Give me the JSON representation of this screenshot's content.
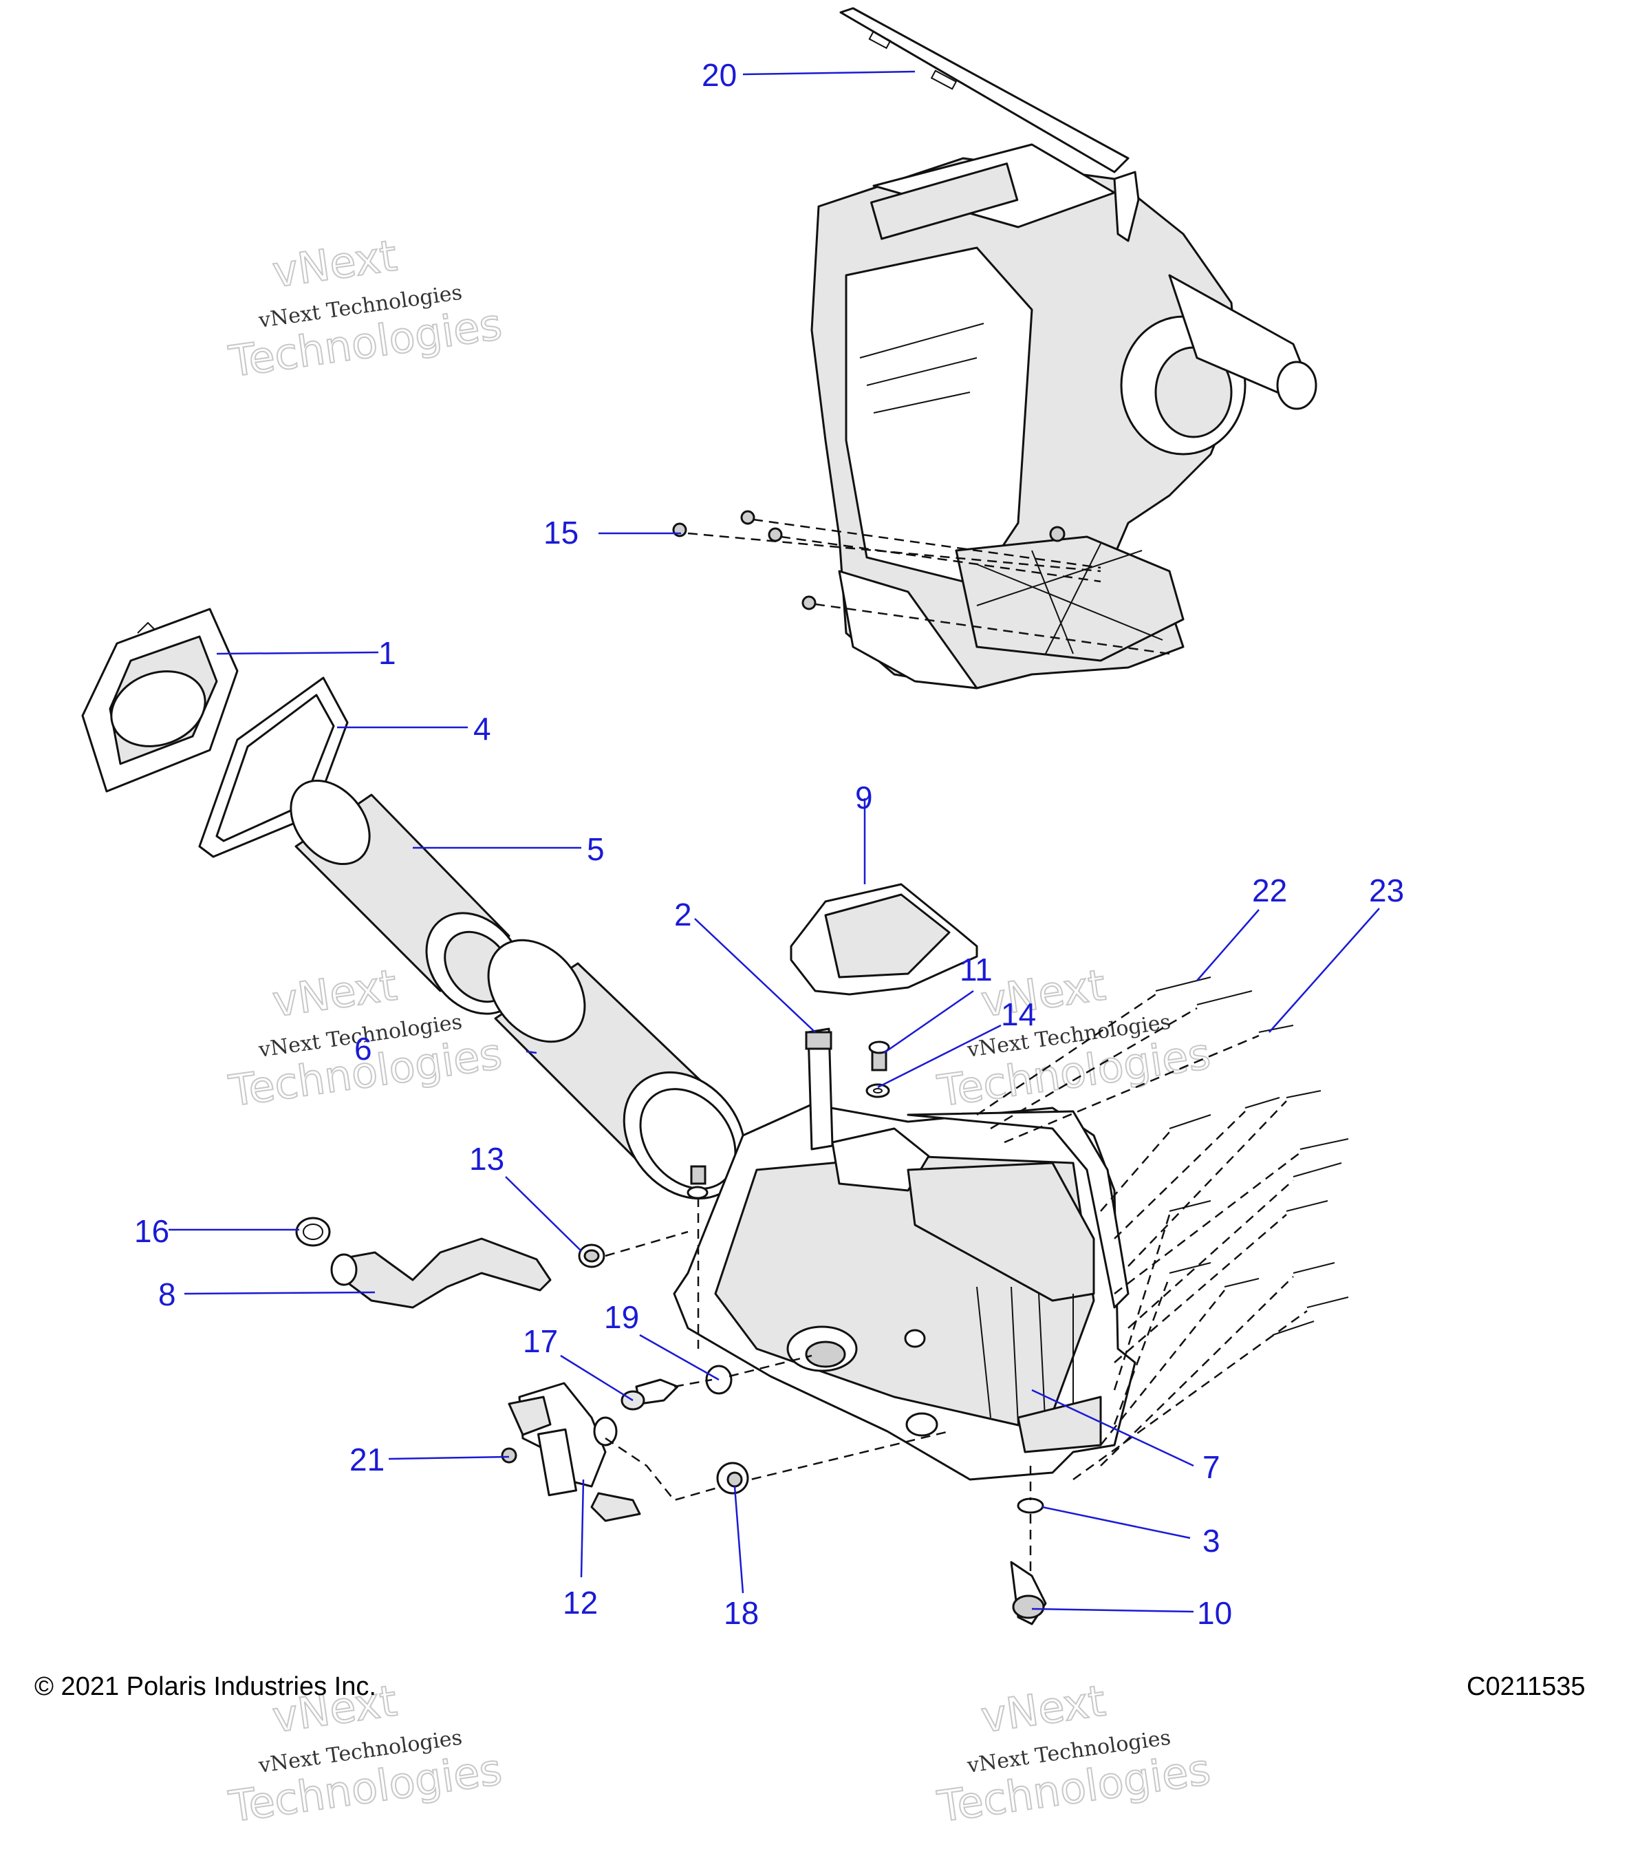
{
  "copyright": "© 2021 Polaris Industries Inc.",
  "drawing_id": "C0211535",
  "watermark": {
    "line1": "vNext",
    "line2": "Technologies",
    "caption": "vNext Technologies"
  },
  "callouts": [
    {
      "id": "c1",
      "label": "1"
    },
    {
      "id": "c2",
      "label": "2"
    },
    {
      "id": "c3",
      "label": "3"
    },
    {
      "id": "c4",
      "label": "4"
    },
    {
      "id": "c5",
      "label": "5"
    },
    {
      "id": "c6",
      "label": "6"
    },
    {
      "id": "c7",
      "label": "7"
    },
    {
      "id": "c8",
      "label": "8"
    },
    {
      "id": "c9",
      "label": "9"
    },
    {
      "id": "c10",
      "label": "10"
    },
    {
      "id": "c11",
      "label": "11"
    },
    {
      "id": "c12",
      "label": "12"
    },
    {
      "id": "c13",
      "label": "13"
    },
    {
      "id": "c14",
      "label": "14"
    },
    {
      "id": "c15",
      "label": "15"
    },
    {
      "id": "c16",
      "label": "16"
    },
    {
      "id": "c17",
      "label": "17"
    },
    {
      "id": "c18",
      "label": "18"
    },
    {
      "id": "c19",
      "label": "19"
    },
    {
      "id": "c20",
      "label": "20"
    },
    {
      "id": "c21",
      "label": "21"
    },
    {
      "id": "c22",
      "label": "22"
    },
    {
      "id": "c23",
      "label": "23"
    }
  ],
  "colors": {
    "callout": "#1a1ad6",
    "line": "#111111"
  }
}
